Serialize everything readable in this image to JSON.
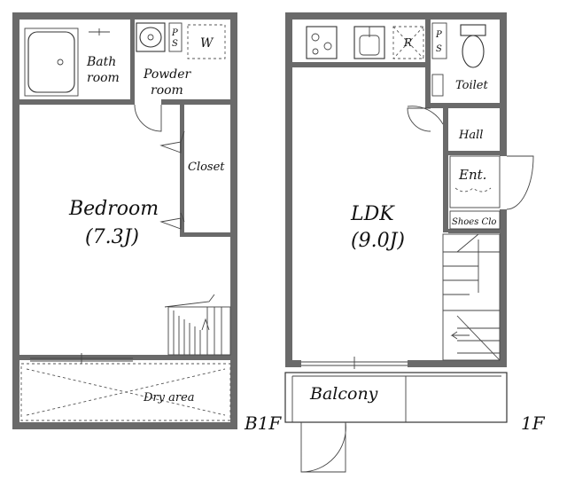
{
  "floors": {
    "b1f": {
      "floor_label": "B1F",
      "rooms": {
        "bath": "Bath\nroom",
        "powder": "Powder\nroom",
        "washer": "W",
        "ps": "P\nS",
        "closet": "Closet",
        "bedroom": "Bedroom",
        "bedroom_size": "(7.3J)",
        "dry_area": "Dry area"
      }
    },
    "f1": {
      "floor_label": "1F",
      "rooms": {
        "ldk": "LDK",
        "ldk_size": "(9.0J)",
        "toilet": "Toilet",
        "hall": "Hall",
        "entrance": "Ent.",
        "shoes_closet": "Shoes Clo",
        "fridge": "R",
        "ps": "P\nS",
        "balcony": "Balcony"
      }
    }
  }
}
